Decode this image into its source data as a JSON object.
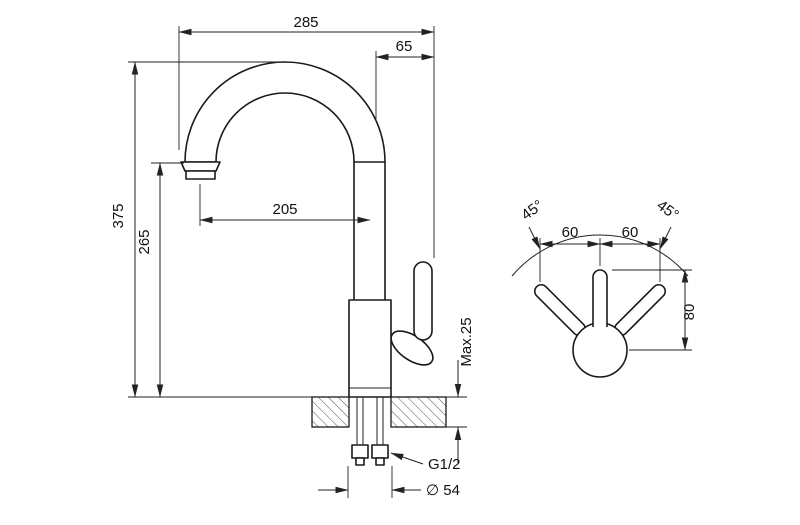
{
  "front_view": {
    "overall_width": "285",
    "spout_to_handle": "65",
    "total_height": "375",
    "spout_height": "265",
    "spout_reach": "205",
    "max_deck_thickness": "Max.25",
    "connection_thread": "G1/2",
    "base_diameter": "∅ 54"
  },
  "top_view": {
    "swivel_left": "45°",
    "swivel_right": "45°",
    "handle_offset_left": "60",
    "handle_offset_right": "60",
    "spout_projection": "80"
  },
  "colors": {
    "outline": "#1a1a1a",
    "dimension": "#222222",
    "background": "#ffffff"
  }
}
